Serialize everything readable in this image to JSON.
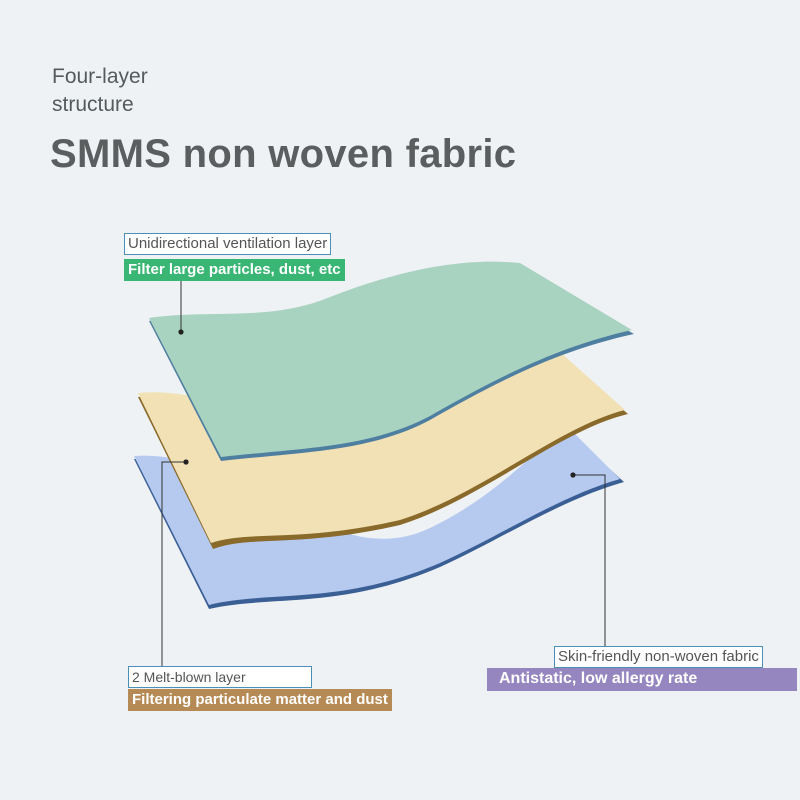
{
  "header": {
    "subtitle_line1": "Four-layer",
    "subtitle_line2": "structure",
    "title": "SMMS non woven fabric"
  },
  "layers": [
    {
      "name": "Unidirectional ventilation layer",
      "description": "Filter large particles, dust, etc",
      "color": "#a9d3c1",
      "edge": "#4f7fa0"
    },
    {
      "name": "2 Melt-blown layer",
      "description": "Filtering particulate matter and dust",
      "color": "#f1e1b5",
      "edge": "#8a6a2a"
    },
    {
      "name": "Skin-friendly non-woven fabric",
      "description": "Antistatic, low allergy rate",
      "color": "#b6c9ef",
      "edge": "#3a5f94"
    }
  ],
  "colors": {
    "background": "#eff2f5",
    "label_border": "#4a8fb6",
    "green_tag": "#39b673",
    "brown_tag": "#b68a55",
    "purple_tag": "#9686c0"
  }
}
